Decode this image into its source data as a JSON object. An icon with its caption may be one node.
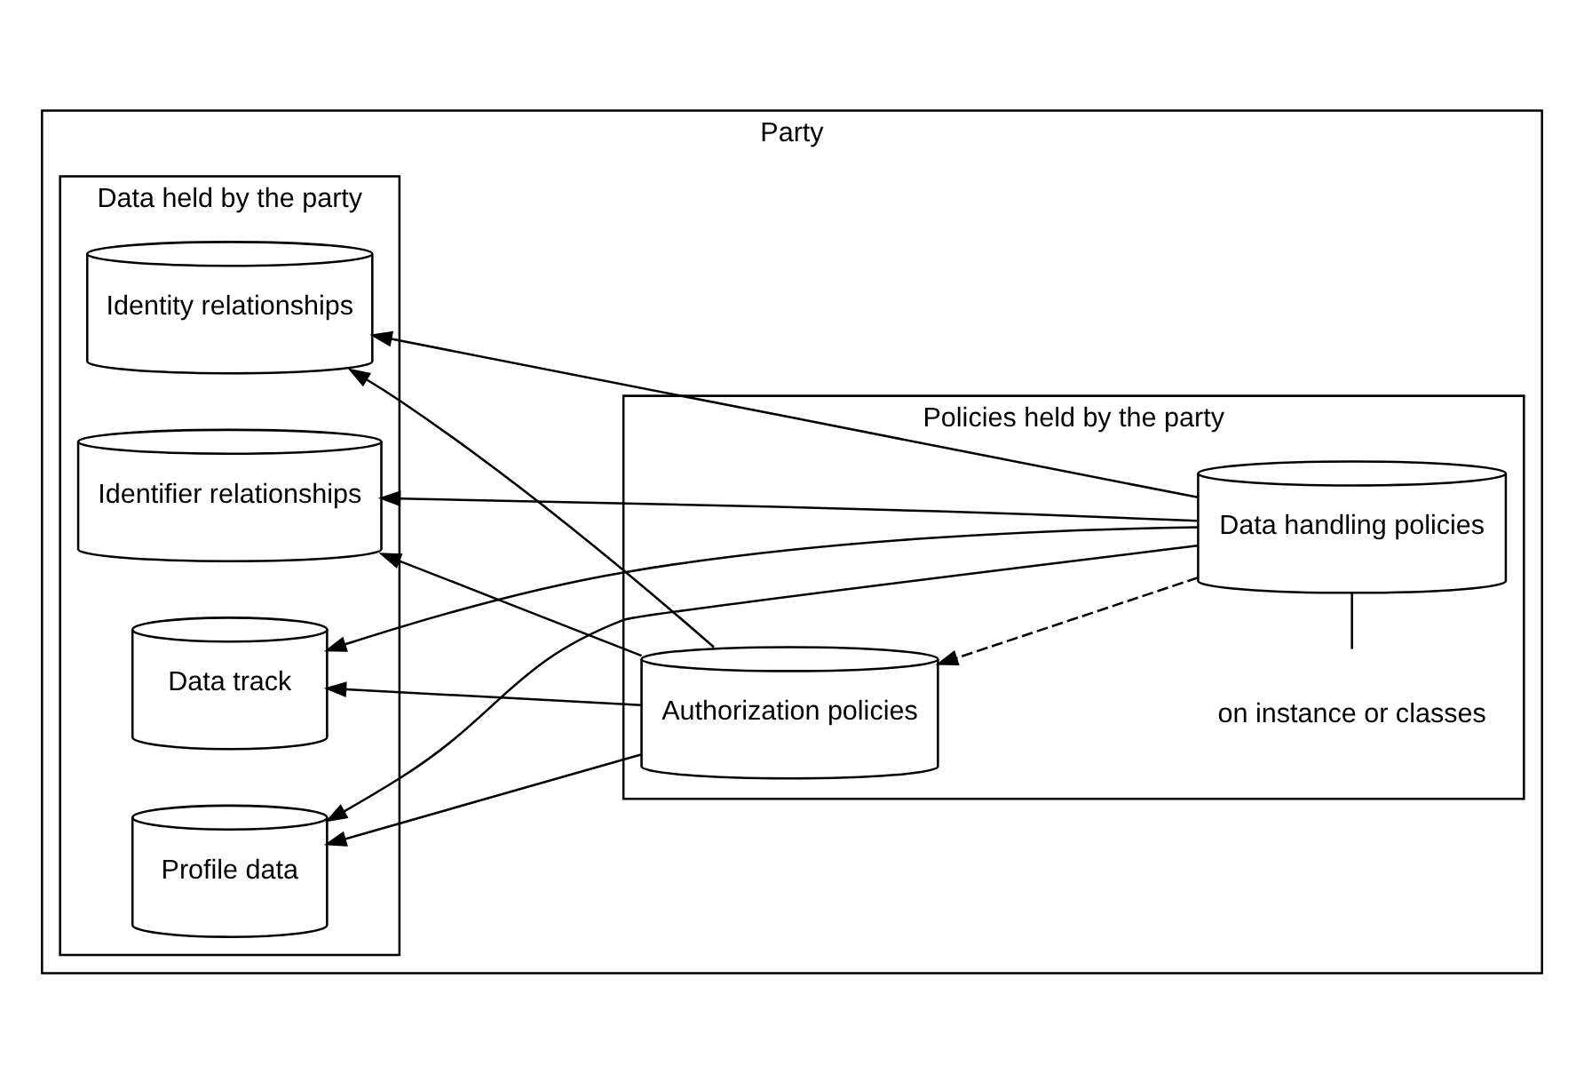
{
  "diagram": {
    "nodes": [
      {
        "text": [
          "Party"
        ]
      },
      {
        "text": [
          "Data held by the party"
        ],
        "in": 0
      },
      {
        "text": [
          "Policies held by the party"
        ],
        "in": 0
      },
      {
        "text": [
          "Identifier relationships"
        ],
        "in": 1
      },
      {
        "text": [
          "Identity relationships"
        ],
        "in": 1
      },
      {
        "text": [
          "Profile data"
        ],
        "in": 1
      },
      {
        "text": [
          "Data track"
        ],
        "in": 1
      },
      {
        "text": [
          "Authorization policies"
        ],
        "in": 2
      },
      {
        "text": [
          "Data handling policies"
        ],
        "in": 2
      },
      {
        "text": [
          "on instance or classes"
        ],
        "in": 2
      }
    ],
    "edges": [
      {
        "from": 7,
        "to": 3,
        "arrow": "to"
      },
      {
        "from": 7,
        "to": 4,
        "arrow": "to"
      },
      {
        "from": 7,
        "to": 5,
        "arrow": "to"
      },
      {
        "from": 7,
        "to": 6,
        "arrow": "to"
      },
      {
        "from": 8,
        "to": 3,
        "arrow": "to"
      },
      {
        "from": 8,
        "to": 4,
        "arrow": "to"
      },
      {
        "from": 8,
        "to": 5,
        "arrow": "to"
      },
      {
        "from": 8,
        "to": 6,
        "arrow": "to"
      },
      {
        "from": 8,
        "to": 7,
        "arrow": "to",
        "style": "dashed"
      },
      {
        "from": 8,
        "to": 9,
        "arrow": "none"
      }
    ]
  }
}
